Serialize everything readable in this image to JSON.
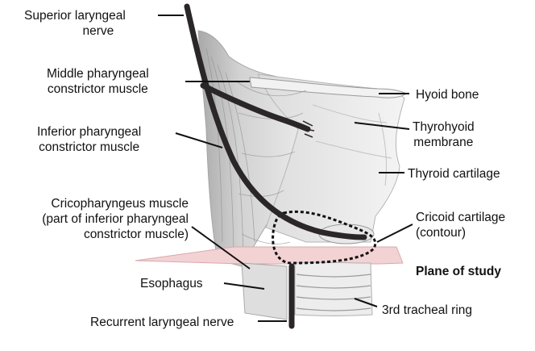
{
  "labels": {
    "superior_laryngeal_nerve": [
      "Superior laryngeal",
      "nerve"
    ],
    "middle_pharyngeal": [
      "Middle pharyngeal",
      "constrictor muscle"
    ],
    "inferior_pharyngeal": [
      "Inferior pharyngeal",
      "constrictor muscle"
    ],
    "cricopharyngeus": [
      "Cricopharyngeus muscle",
      "(part of inferior pharyngeal",
      "constrictor muscle)"
    ],
    "esophagus": "Esophagus",
    "recurrent_laryngeal_nerve": "Recurrent laryngeal nerve",
    "hyoid_bone": "Hyoid bone",
    "thyrohyoid_membrane": [
      "Thyrohyoid",
      "membrane"
    ],
    "thyroid_cartilage": "Thyroid cartilage",
    "cricoid_cartilage": [
      "Cricoid cartilage",
      "(contour)"
    ],
    "plane_of_study": "Plane of study",
    "tracheal_ring": "3rd tracheal ring"
  },
  "colors": {
    "nerve": "#2b2627",
    "muscle_light": "#e4e4e4",
    "muscle_mid": "#bdbdbd",
    "muscle_dark": "#9a9a9a",
    "plane": "#f3d2d4",
    "plane_edge": "#d9a9ad",
    "leader": "#111111",
    "text": "#111111"
  }
}
